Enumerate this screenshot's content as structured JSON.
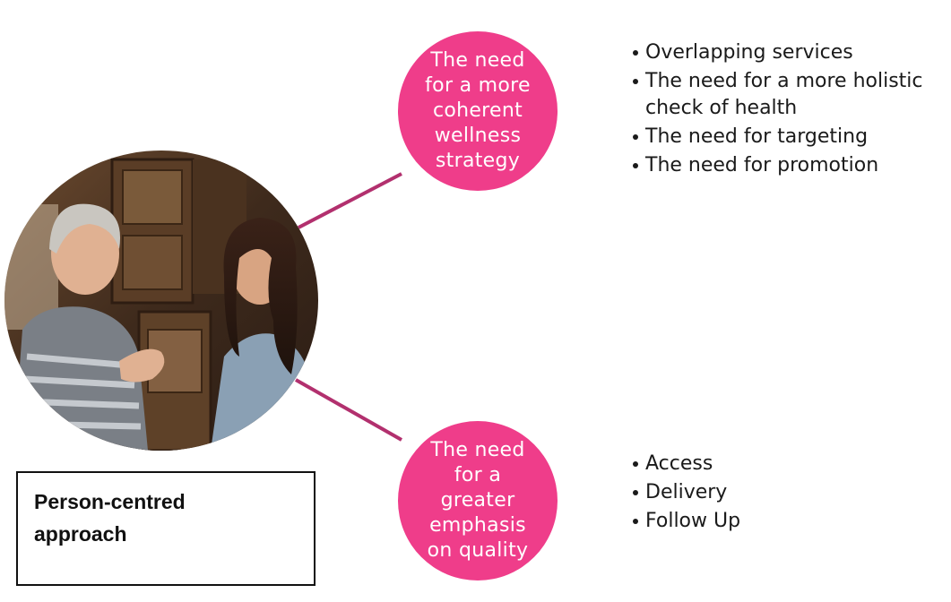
{
  "theme": {
    "accent": "#ef3d8a",
    "connector": "#b2306e",
    "text": "#1a1a1a"
  },
  "photo": {
    "description_icon": "people-conversation-photo"
  },
  "top_bubble": {
    "label": "The need for a more coherent wellness strategy"
  },
  "top_bullets": [
    "Overlapping services",
    "The need for a more holistic check of health",
    "The need for targeting",
    "The need for promotion"
  ],
  "bottom_bubble": {
    "label": "The need for a greater emphasis on quality"
  },
  "bottom_bullets": [
    "Access",
    "Delivery",
    "Follow Up"
  ],
  "approach_box": {
    "label": "Person-centred approach"
  }
}
